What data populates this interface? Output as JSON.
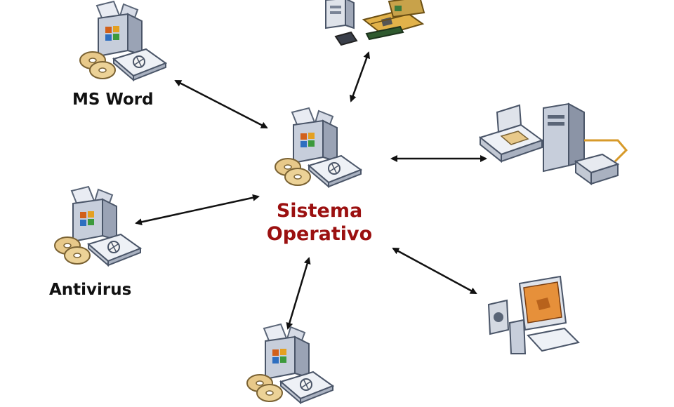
{
  "diagram": {
    "center": {
      "line1": "Sistema",
      "line2": "Operativo",
      "color": "#9b1010"
    },
    "nodes": [
      {
        "id": "ms-word",
        "label": "MS Word",
        "icon": "software-box-icon"
      },
      {
        "id": "antivirus",
        "label": "Antivirus",
        "icon": "software-box-icon"
      },
      {
        "id": "hardware-components",
        "label": "",
        "icon": "pc-components-icon"
      },
      {
        "id": "peripherals",
        "label": "",
        "icon": "scanner-computer-printer-icon"
      },
      {
        "id": "desktop-computer",
        "label": "",
        "icon": "desktop-computer-icon"
      },
      {
        "id": "software-bottom",
        "label": "",
        "icon": "software-box-icon"
      }
    ]
  }
}
